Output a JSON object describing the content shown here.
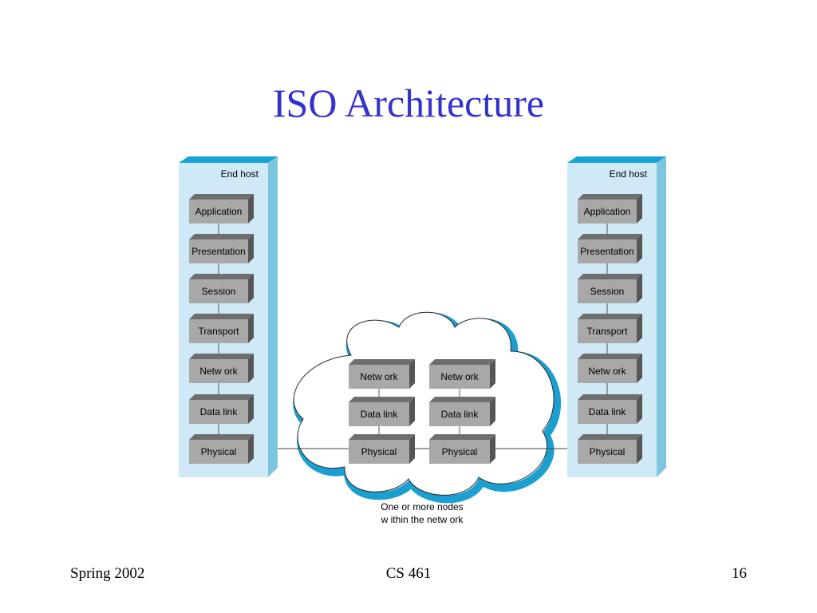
{
  "slide": {
    "title": "ISO Architecture",
    "footer_left": "Spring 2002",
    "footer_center": "CS 461",
    "footer_right": "16"
  },
  "diagram": {
    "host_label": "End host",
    "host_layers": [
      "Application",
      "Presentation",
      "Session",
      "Transport",
      "Netw ork",
      "Data link",
      "Physical"
    ],
    "node_layers": [
      "Netw ork",
      "Data link",
      "Physical"
    ],
    "cloud_caption_line1": "One or more nodes",
    "cloud_caption_line2": "w ithin the netw ork",
    "colors": {
      "title": "#3333cc",
      "host_panel": "#cfeaf6",
      "host_panel_side": "#7ec6e0",
      "host_panel_top": "#16a4d6",
      "cloud_outline": "#1a9fd0",
      "layer_face": "#a8a8a8",
      "layer_top": "#6e6e6e",
      "layer_side": "#555555"
    }
  }
}
